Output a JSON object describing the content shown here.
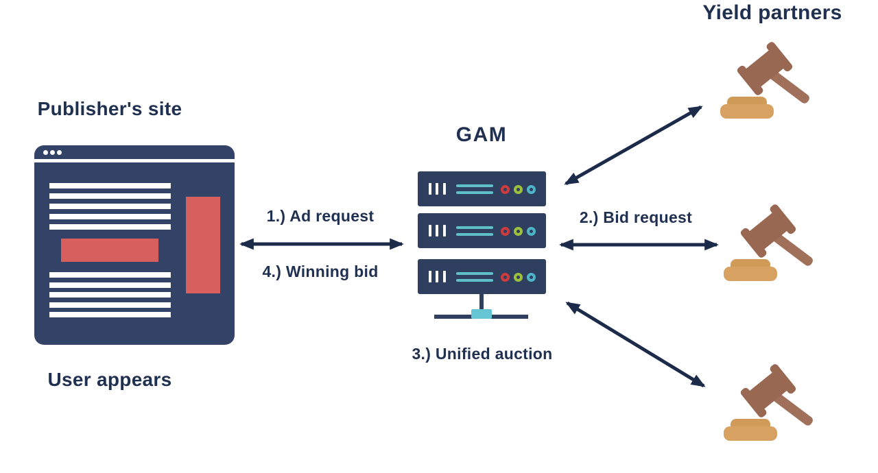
{
  "publisher": {
    "title": "Publisher's site",
    "caption": "User appears"
  },
  "gam": {
    "title": "GAM"
  },
  "yield_partners": {
    "title": "Yield partners",
    "partners_count": 3
  },
  "steps": [
    {
      "label": "1.) Ad request"
    },
    {
      "label": "2.) Bid request"
    },
    {
      "label": "3.) Unified auction"
    },
    {
      "label": "4.) Winning bid"
    }
  ],
  "icons": {
    "publisher": "browser-window-icon",
    "gam": "server-stack-icon",
    "gam_network": "network-node-icon",
    "yield_partner": "gavel-icon",
    "flow": "double-headed-arrow-icon"
  },
  "colors": {
    "background": "#ffffff",
    "text_navy": "#203050",
    "arrow_navy": "#1d2b4b",
    "window_navy": "#334368",
    "server_navy": "#2e3f60",
    "accent_coral": "#d75f5e",
    "teal_line": "#5fc0c8",
    "light_teal_node": "#66c5d2",
    "ring_red": "#ce3b3c",
    "ring_green": "#9ec13c",
    "ring_teal": "#4db5c5",
    "gavel_head": "#996852",
    "gavel_handle": "#a0705a",
    "gavel_base": "#d7a162",
    "gavel_base_top": "#d09a58"
  }
}
